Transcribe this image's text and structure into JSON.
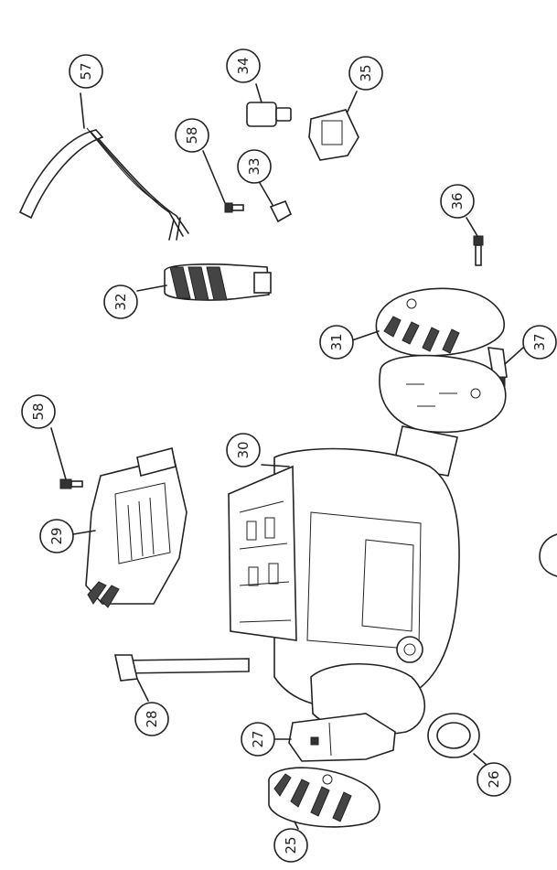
{
  "callouts": {
    "c57": "57",
    "c34": "34",
    "c35": "35",
    "c58a": "58",
    "c33": "33",
    "c36": "36",
    "c32": "32",
    "c31": "31",
    "c37": "37",
    "c58b": "58",
    "c30": "30",
    "c29": "29",
    "c28": "28",
    "c27": "27",
    "c26": "26",
    "c25": "25"
  },
  "colors": {
    "stroke": "#222222",
    "background": "#ffffff"
  }
}
